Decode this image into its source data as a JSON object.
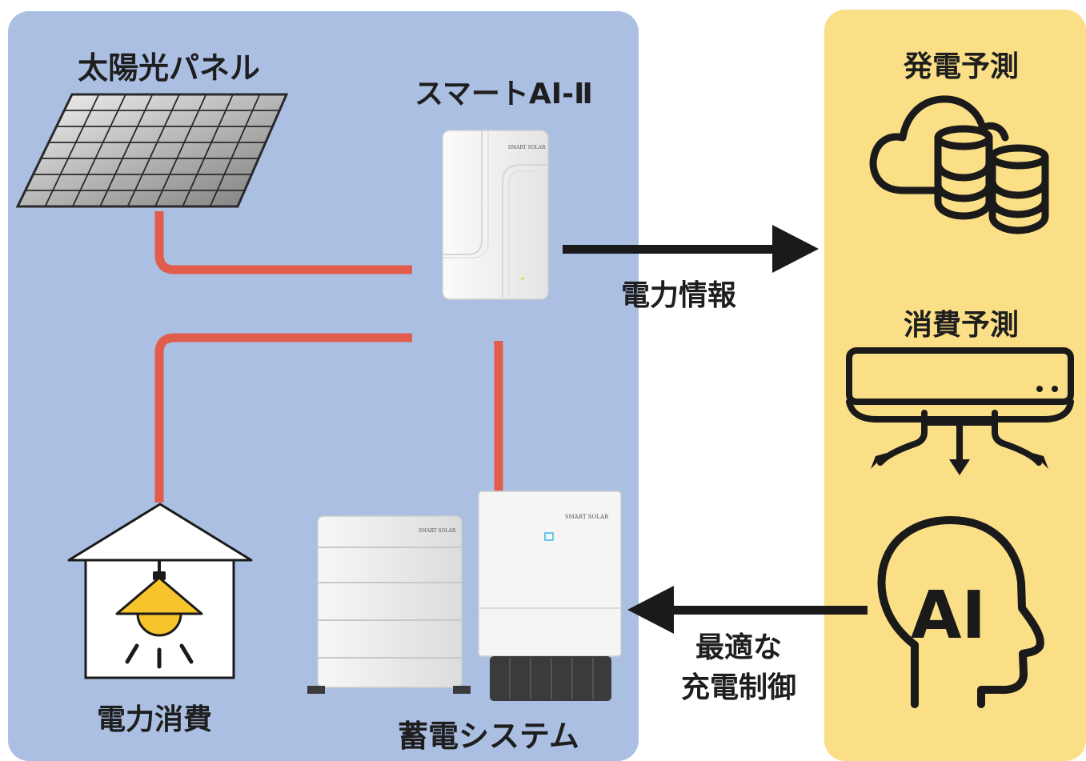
{
  "left": {
    "solar_panel_label": "太陽光パネル",
    "controller_label": "スマートAI-Ⅱ",
    "consumption_label": "電力消費",
    "storage_label": "蓄電システム"
  },
  "right": {
    "generation_forecast_label": "発電予測",
    "consumption_forecast_label": "消費予測",
    "ai_icon_text": "AI"
  },
  "flows": {
    "power_info_label": "電力情報",
    "charge_control_line1": "最適な",
    "charge_control_line2": "充電制御"
  },
  "brand": {
    "device_logo": "SMART SOLAR"
  },
  "colors": {
    "left_bg": "#abbfe3",
    "right_bg": "#fbdf86",
    "cable": "#e05d4c",
    "arrow": "#1a1a1a",
    "bulb": "#f7c52b"
  }
}
